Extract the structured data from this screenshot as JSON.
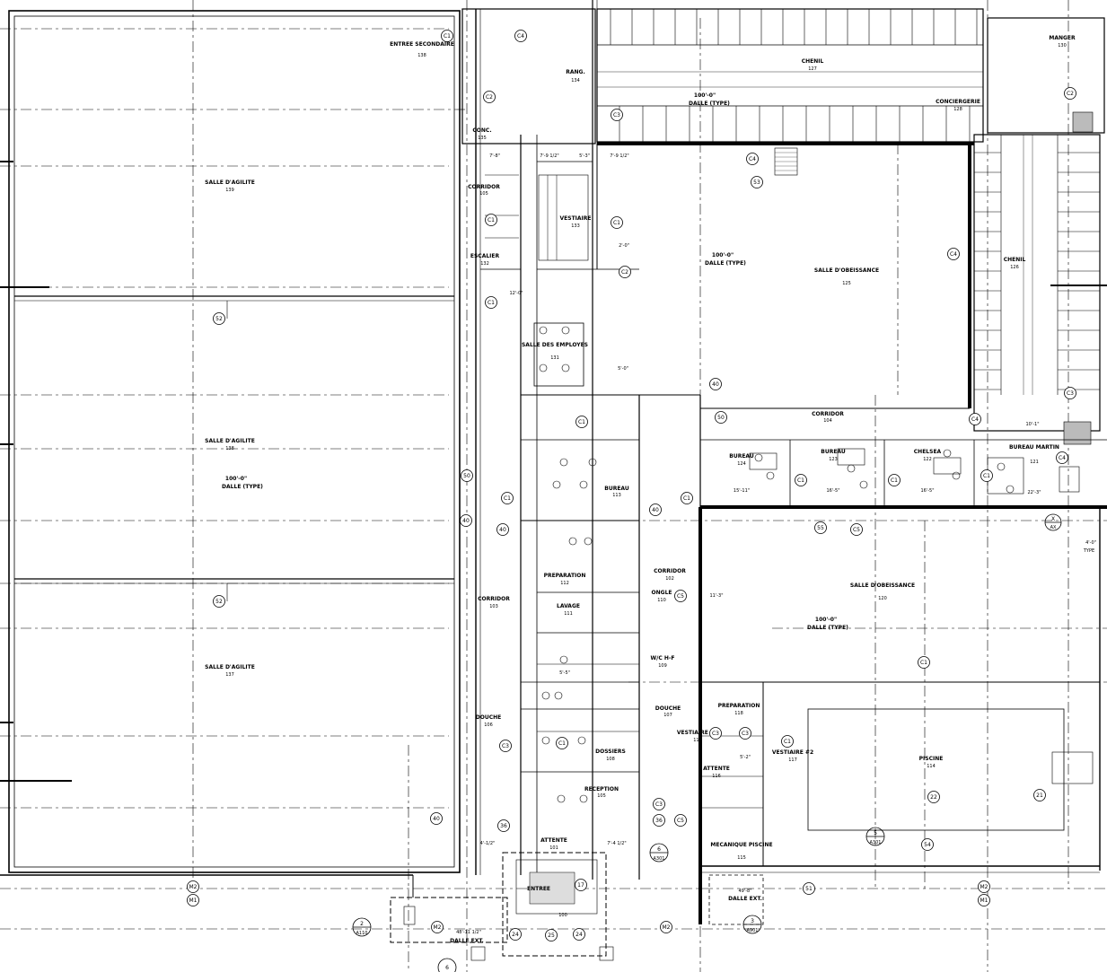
{
  "rooms": [
    {
      "name": "ENTREE SECONDAIRE",
      "number": "138"
    },
    {
      "name": "RANG.",
      "number": "134"
    },
    {
      "name": "CHENIL",
      "number": "127"
    },
    {
      "name": "CONCIERGERIE",
      "number": "128"
    },
    {
      "name": "MANGER",
      "number": "130"
    },
    {
      "name": "CONC.",
      "number": "135"
    },
    {
      "name": "SALLE D'AGILITE",
      "number": "139"
    },
    {
      "name": "CORRIDOR",
      "number": "105"
    },
    {
      "name": "VESTIAIRE",
      "number": "133"
    },
    {
      "name": "ESCALIER",
      "number": "132"
    },
    {
      "name": "SALLE D'OBEISSANCE",
      "number": "125"
    },
    {
      "name": "CHENIL",
      "number": "126"
    },
    {
      "name": "SALLE DES EMPLOYES",
      "number": "131"
    },
    {
      "name": "SALLE D'AGILITE",
      "number": "138"
    },
    {
      "name": "CORRIDOR",
      "number": "104"
    },
    {
      "name": "BUREAU",
      "number": "124"
    },
    {
      "name": "BUREAU",
      "number": "123"
    },
    {
      "name": "CHELSEA",
      "number": "122"
    },
    {
      "name": "BUREAU MARTIN",
      "number": "121"
    },
    {
      "name": "BUREAU",
      "number": "113"
    },
    {
      "name": "PREPARATION",
      "number": "112"
    },
    {
      "name": "CORRIDOR",
      "number": "102"
    },
    {
      "name": "CORRIDOR",
      "number": "103"
    },
    {
      "name": "LAVAGE",
      "number": "111"
    },
    {
      "name": "ONGLE",
      "number": "110"
    },
    {
      "name": "SALLE D'OBEISSANCE",
      "number": "120"
    },
    {
      "name": "W/C H-F",
      "number": "109"
    },
    {
      "name": "SALLE D'AGILITE",
      "number": "137"
    },
    {
      "name": "DOUCHE",
      "number": "106"
    },
    {
      "name": "DOUCHE",
      "number": "107"
    },
    {
      "name": "PREPARATION",
      "number": "118"
    },
    {
      "name": "VESTIAIRE #1",
      "number": "119"
    },
    {
      "name": "VESTIAIRE #2",
      "number": "117"
    },
    {
      "name": "DOSSIERS",
      "number": "108"
    },
    {
      "name": "RECEPTION",
      "number": "105"
    },
    {
      "name": "ATTENTE",
      "number": "116"
    },
    {
      "name": "PISCINE",
      "number": "114"
    },
    {
      "name": "MECANIQUE PISCINE",
      "number": "115"
    },
    {
      "name": "ATTENTE",
      "number": "101"
    },
    {
      "name": "ENTREE",
      "number": "100"
    }
  ],
  "slab_note": "100'-0\"",
  "slab_type": "DALLE (TYPE)",
  "slab_ext": "DALLE EXT.",
  "tags": {
    "c1": "C1",
    "c2": "C2",
    "c3": "C3",
    "c4": "C4",
    "c5": "C5",
    "m1": "M1",
    "m2": "M2",
    "n40": "40",
    "n50": "50",
    "n52": "52",
    "n53": "53",
    "n54": "54",
    "n55": "55",
    "n22": "22",
    "n21": "21",
    "n25": "25",
    "n24": "24",
    "n17": "17",
    "n36": "36",
    "n51": "51"
  },
  "callouts": [
    {
      "num": "2",
      "sheet": "A110"
    },
    {
      "num": "6",
      "sheet": "A301"
    },
    {
      "num": "3",
      "sheet": "A901"
    },
    {
      "num": "5",
      "sheet": "A301"
    },
    {
      "num": "6",
      "sheet": ""
    }
  ],
  "dims": {
    "d1": "7'-8\"",
    "d2": "7'-9 1/2\"",
    "d3": "5'-3\"",
    "d4": "7'-9 1/2\"",
    "d5": "15'-11\"",
    "d6": "16'-5\"",
    "d7": "16'-5\"",
    "d8": "22'-3\"",
    "d9": "4'-1/2\"",
    "d10": "7'-4 1/2\"",
    "d11": "4'-0\"",
    "d12": "2'-0\"",
    "d13": "12'-0\"",
    "d14": "5'-0\"",
    "d15": "5'-5\"",
    "d16": "5'-2\"",
    "d17": "48'-11 1/2\"",
    "d18": "49'-8\"",
    "d19": "10'-1\"",
    "d20": "11'-3\""
  },
  "type_note": "TYPE",
  "axis_label": "X",
  "axis_label2": "AX"
}
